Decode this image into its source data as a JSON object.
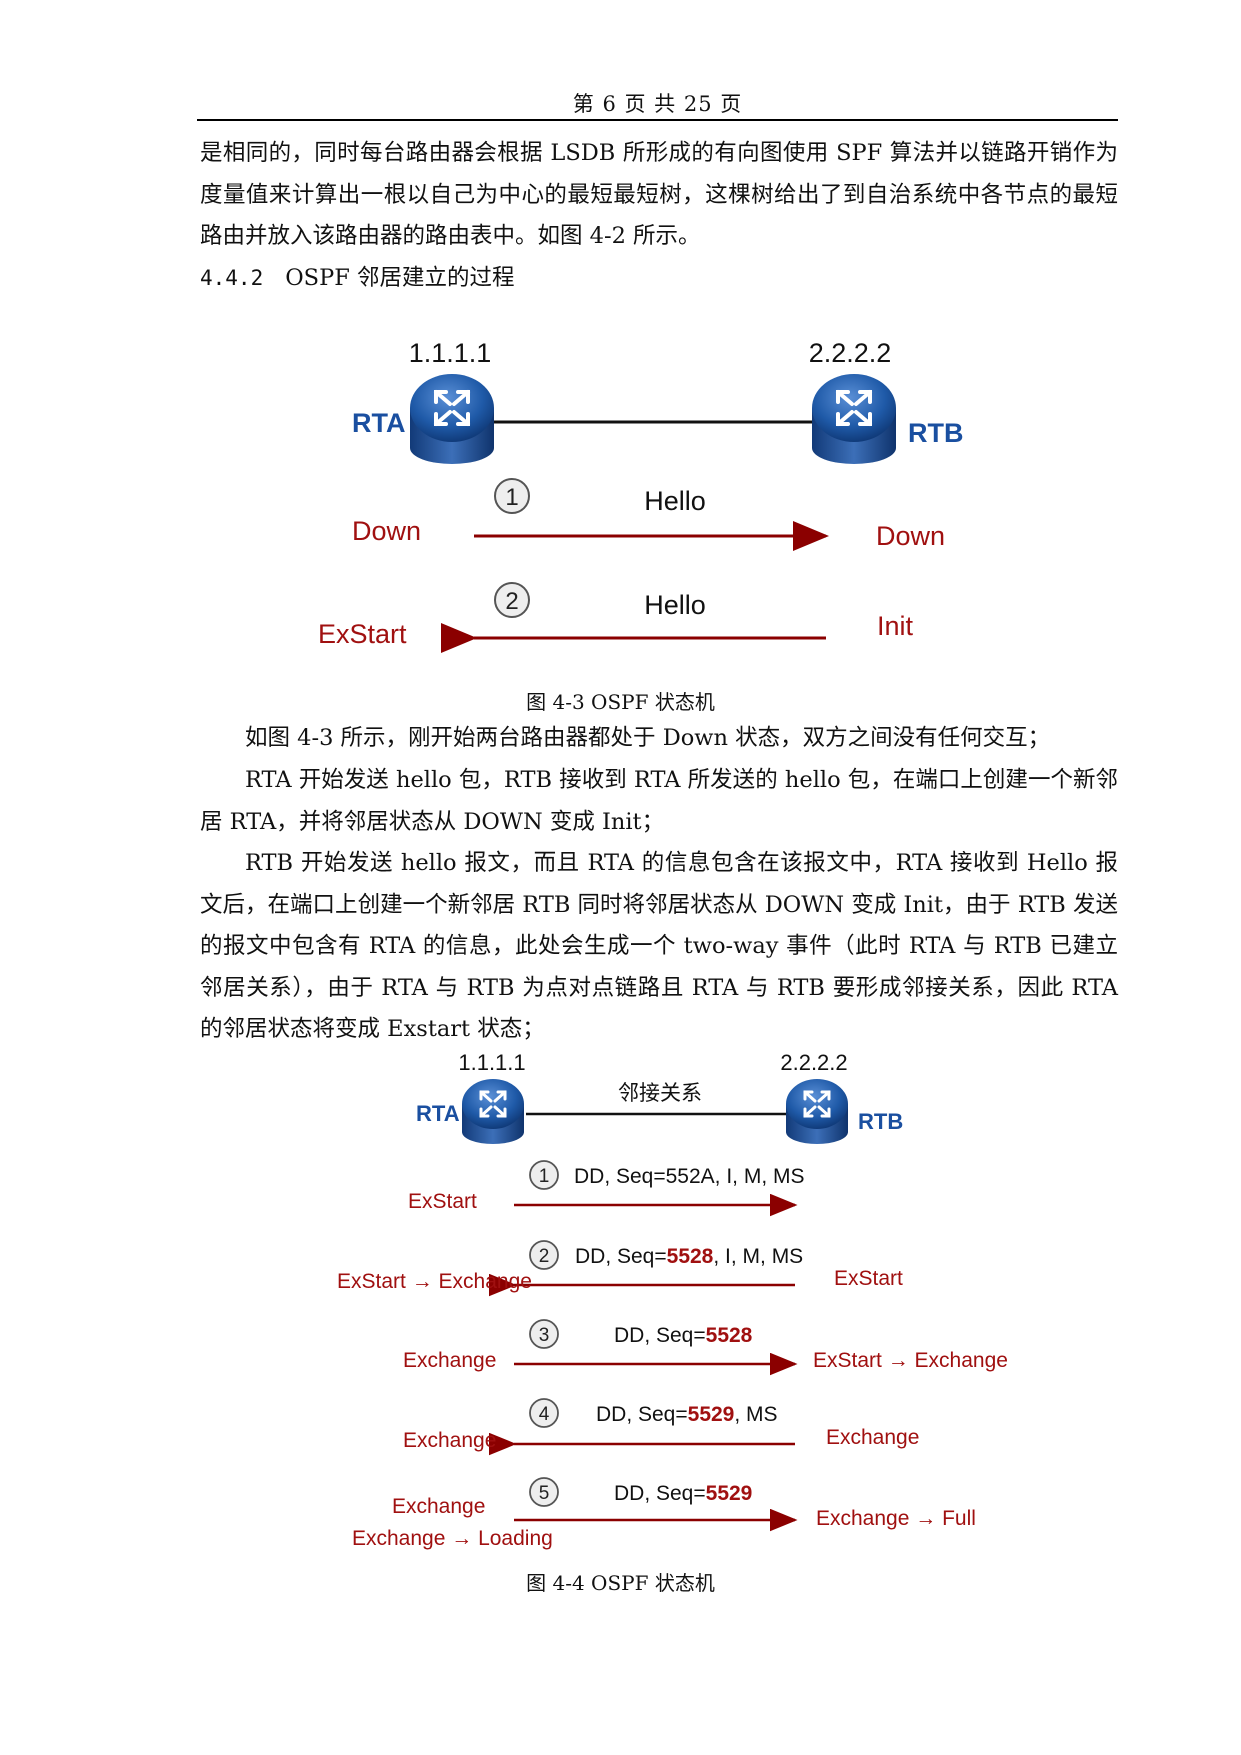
{
  "header": {
    "page_label": "第 6 页  共 25 页"
  },
  "paragraphs": {
    "p1": "是相同的，同时每台路由器会根据 LSDB 所形成的有向图使用 SPF 算法并以链路开销作为度量值来计算出一根以自己为中心的最短最短树，这棵树给出了到自治系统中各节点的最短路由并放入该路由器的路由表中。如图 4-2 所示。",
    "p2": "如图 4-3 所示，刚开始两台路由器都处于 Down 状态，双方之间没有任何交互；",
    "p3": "RTA 开始发送 hello 包，RTB 接收到 RTA 所发送的 hello 包，在端口上创建一个新邻居 RTA，并将邻居状态从 DOWN 变成 Init；",
    "p4": "RTB 开始发送 hello 报文，而且 RTA 的信息包含在该报文中，RTA 接收到 Hello 报文后，在端口上创建一个新邻居 RTB 同时将邻居状态从 DOWN 变成 Init，由于 RTB 发送的报文中包含有 RTA 的信息，此处会生成一个 two-way 事件（此时 RTA 与 RTB 已建立邻居关系），由于 RTA 与 RTB 为点对点链路且 RTA 与 RTB 要形成邻接关系，因此 RTA 的邻居状态将变成 Exstart 状态；"
  },
  "section": {
    "number": "4.4.2",
    "title": "OSPF 邻居建立的过程"
  },
  "figure3": {
    "caption": "图 4-3 OSPF 状态机",
    "rta_ip": "1.1.1.1",
    "rtb_ip": "2.2.2.2",
    "rta_label": "RTA",
    "rtb_label": "RTB",
    "steps": [
      {
        "num": "1",
        "message": "Hello",
        "left_state": "Down",
        "right_state": "Down"
      },
      {
        "num": "2",
        "message": "Hello",
        "left_state": "ExStart",
        "right_state": "Init"
      }
    ]
  },
  "figure4": {
    "caption": "图 4-4 OSPF 状态机",
    "rta_ip": "1.1.1.1",
    "rtb_ip": "2.2.2.2",
    "rta_label": "RTA",
    "rtb_label": "RTB",
    "link_label": "邻接关系",
    "steps": [
      {
        "num": "1",
        "msg_prefix": "DD, Seq=552A, I, M, MS",
        "msg_bold": "",
        "msg_suffix": "",
        "left_state": "ExStart",
        "left_state2": "",
        "right_state": ""
      },
      {
        "num": "2",
        "msg_prefix": "DD, Seq=",
        "msg_bold": "5528",
        "msg_suffix": ", I, M, MS",
        "left_state": "ExStart → Exchange",
        "left_state2": "",
        "right_state": "ExStart"
      },
      {
        "num": "3",
        "msg_prefix": "DD, Seq=",
        "msg_bold": "5528",
        "msg_suffix": "",
        "left_state": "Exchange",
        "left_state2": "",
        "right_state": "ExStart → Exchange"
      },
      {
        "num": "4",
        "msg_prefix": "DD, Seq=",
        "msg_bold": "5529",
        "msg_suffix": ", MS",
        "left_state": "Exchange",
        "left_state2": "",
        "right_state": "Exchange"
      },
      {
        "num": "5",
        "msg_prefix": "DD, Seq=",
        "msg_bold": "5529",
        "msg_suffix": "",
        "left_state": "Exchange",
        "left_state2": "Exchange → Loading",
        "right_state": "Exchange → Full"
      }
    ]
  },
  "colors": {
    "state_red": "#a01010",
    "router_blue": "#1a4fa0",
    "arrow_red": "#8b0000"
  }
}
